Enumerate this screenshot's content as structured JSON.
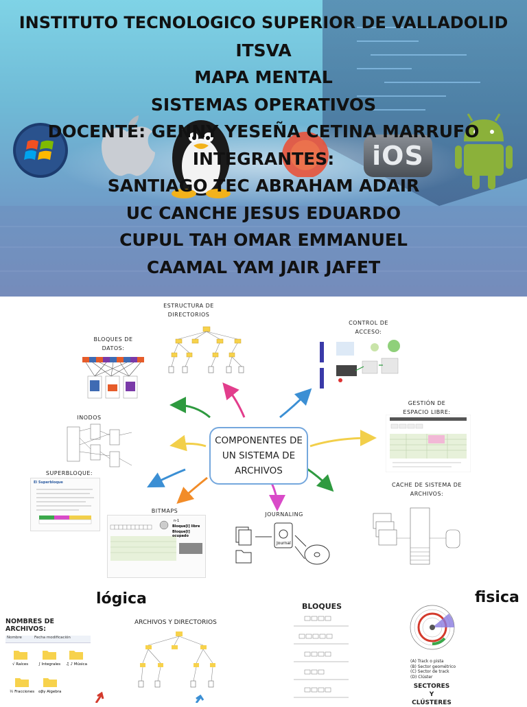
{
  "hero": {
    "lines": [
      "INSTITUTO TECNOLOGICO SUPERIOR DE VALLADOLID",
      "ITSVA",
      "MAPA MENTAL",
      "SISTEMAS OPERATIVOS",
      "DOCENTE: GENNY  YESEÑA  CETINA MARRUFO",
      "INTEGRANTES:",
      "SANTIAGO TEC ABRAHAM ADAIR",
      "UC CANCHE JESUS EDUARDO",
      "CUPUL TAH OMAR EMMANUEL",
      "CAAMAL YAM JAIR JAFET"
    ],
    "logos": [
      "windows-logo",
      "apple-logo",
      "linux-tux-logo",
      "ubuntu-logo",
      "ios-logo",
      "android-logo"
    ],
    "ios_text": "iOS"
  },
  "mindmap": {
    "center": [
      "COMPONENTES DE",
      "UN SISTEMA DE",
      "ARCHIVOS"
    ],
    "nodes": {
      "estructura": [
        "ESTRUCTURA DE",
        "DIRECTORIOS"
      ],
      "control": [
        "CONTROL DE",
        "ACCESO:"
      ],
      "bloques": [
        "BLOQUES DE",
        "DATOS:"
      ],
      "inodos": "INODOS",
      "superbloque": "SUPERBLOQUE:",
      "gestion": [
        "GESTIÓN DE",
        "ESPACIO LIBRE:"
      ],
      "cache": [
        "CACHE DE SISTEMA DE",
        "ARCHIVOS:"
      ],
      "bitmaps": "BITMAPS",
      "journaling": "JOURNALING"
    },
    "superbloque_card_title": "El Superbloque",
    "bitmaps_card": {
      "libre": "Bloque[i] libre",
      "ocupado": "Bloque[i] ocupado",
      "n": "n-1"
    },
    "journal_text": "Journal"
  },
  "bottom": {
    "logica": "lógica",
    "fisica": "fisica",
    "nombres": "NOMBRES DE ARCHIVOS:",
    "nombres_cols": [
      "Nombre",
      "Fecha modificación"
    ],
    "folders": [
      "√ Raíces",
      "∫ Integrales",
      "♫ ♪ Música",
      "½ Fracciones",
      "αβγ Algebra"
    ],
    "archivos": "ARCHIVOS Y DIRECTORIOS",
    "bloques": "BLOQUES",
    "sectores_legend": [
      "(A) Track o pista",
      "(B) Sector geométrico",
      "(C) Sector de track",
      "(D) Clúster"
    ],
    "sectores": [
      "SECTORES Y",
      "CLÚSTERES"
    ]
  },
  "colors": {
    "hero_top": "#7fd3e6",
    "hero_bottom": "#7b8fbd",
    "center_border": "#74a7dd",
    "arrow_green": "#2e9a3f",
    "arrow_pink": "#e23d8c",
    "arrow_blue": "#3b8fd4",
    "arrow_yellow": "#f2cf4a",
    "arrow_orange": "#f28c28",
    "arrow_magenta": "#d94ac8",
    "arrow_red": "#d33a2c",
    "folder_yellow": "#f7d24c"
  }
}
